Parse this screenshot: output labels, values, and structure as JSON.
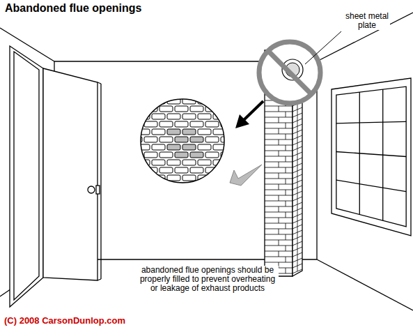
{
  "diagram": {
    "title": "Abandoned flue openings",
    "labels": [
      "sheet metal plate",
      "abandoned flue openings should be properly filled to prevent overheating or leakage of exhaust products",
      "(C) 2008 CarsonDunlop.com"
    ]
  }
}
